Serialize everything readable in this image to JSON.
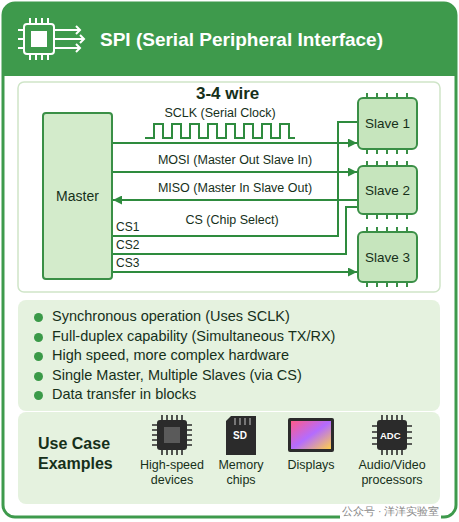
{
  "diagram": {
    "title": "SPI (Serial Peripheral Interface)",
    "nodes": [
      {
        "text": [
          "Master"
        ]
      },
      {
        "text": [
          "Slave 1"
        ]
      },
      {
        "text": [
          "Slave 2"
        ]
      },
      {
        "text": [
          "Slave 3"
        ]
      },
      {
        "text": [
          "Synchronous operation (Uses SCLK)",
          "Full-duplex capability (Simultaneous TX/RX)",
          "High speed, more complex hardware",
          "Single Master, Multiple Slaves (via CS)",
          "Data transfer in blocks"
        ]
      },
      {
        "text": [
          "Use Case Examples"
        ]
      },
      {
        "text": [
          "High-speed devices"
        ],
        "in": 5
      },
      {
        "text": [
          "Memory chips"
        ],
        "in": 5
      },
      {
        "text": [
          "Displays"
        ],
        "in": 5
      },
      {
        "text": [
          "Audio/Video processors"
        ],
        "in": 5
      }
    ],
    "edges": [
      {
        "from": 0,
        "to": 1,
        "arrow": "to",
        "label": "SCLK (Serial Clock)"
      },
      {
        "from": 0,
        "to": 2,
        "arrow": "to",
        "label": "MOSI (Master Out Slave In)"
      },
      {
        "from": 2,
        "to": 0,
        "arrow": "to",
        "label": "MISO (Master In Slave Out)"
      },
      {
        "from": 0,
        "to": 1,
        "arrow": "none",
        "label": "CS (Chip Select)"
      },
      {
        "from": 0,
        "to": 2,
        "arrow": "none"
      },
      {
        "from": 0,
        "to": 3,
        "arrow": "to"
      }
    ],
    "labels": [
      "3-4 wire",
      "CS1",
      "CS2",
      "CS3",
      "SD",
      "ADC",
      "公众号 · 洋洋实验室"
    ]
  }
}
